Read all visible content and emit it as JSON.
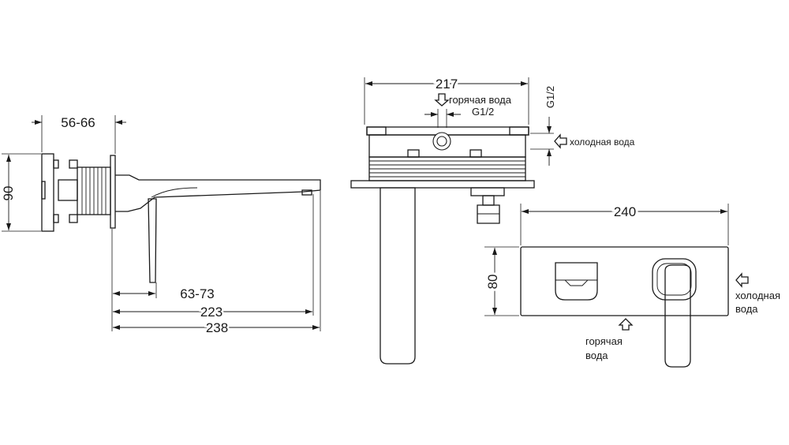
{
  "dimensions": {
    "side_depth": "56-66",
    "side_height": "90",
    "lever_offset": "63-73",
    "spout_reach": "223",
    "overall_length": "238",
    "box_width": "217",
    "box_thread": "G1/2",
    "hot_thread": "G1/2",
    "plate_width": "240",
    "plate_height": "80"
  },
  "labels": {
    "hot_water": "горячая вода",
    "cold_water": "холодная вода",
    "plate_cold_line1": "холодная",
    "plate_cold_line2": "вода",
    "plate_hot_line1": "горячая",
    "plate_hot_line2": "вода"
  }
}
